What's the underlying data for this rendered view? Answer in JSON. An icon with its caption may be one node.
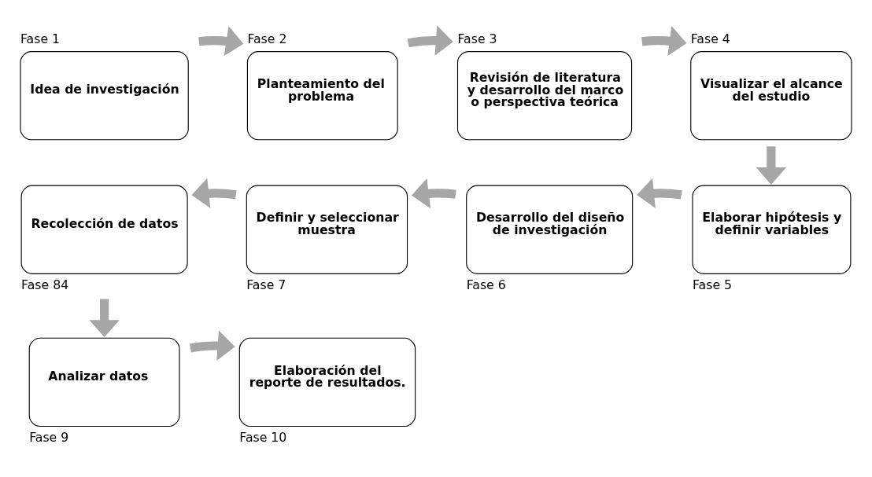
{
  "diagram": {
    "nodes": [
      {
        "text": [
          "Idea de investigación"
        ],
        "beside": [
          "Fase 1"
        ]
      },
      {
        "text": [
          "Planteamiento del problema"
        ],
        "beside": [
          "Fase 2"
        ]
      },
      {
        "text": [
          "Revisión de literatura y desarrollo del marco o perspectiva teórica"
        ],
        "beside": [
          "Fase 3"
        ]
      },
      {
        "text": [
          "Visualizar el alcance del estudio"
        ],
        "beside": [
          "Fase 4"
        ]
      },
      {
        "text": [
          "Elaborar hipótesis y definir variables"
        ],
        "beside": [
          "Fase 5"
        ]
      },
      {
        "text": [
          "Desarrollo del diseño de investigación"
        ],
        "beside": [
          "Fase 6"
        ]
      },
      {
        "text": [
          "Definir y seleccionar muestra"
        ],
        "beside": [
          "Fase 7"
        ]
      },
      {
        "text": [
          "Recolección de datos"
        ],
        "beside": [
          "Fase 84"
        ]
      },
      {
        "text": [
          "Analizar datos"
        ],
        "beside": [
          "Fase 9"
        ]
      },
      {
        "text": [
          "Elaboración del reporte de resultados."
        ],
        "beside": [
          "Fase 10"
        ]
      }
    ],
    "edges": [
      {
        "from": 0,
        "to": 1,
        "arrow": "to"
      },
      {
        "from": 1,
        "to": 2,
        "arrow": "to"
      },
      {
        "from": 2,
        "to": 3,
        "arrow": "to"
      },
      {
        "from": 3,
        "to": 4,
        "arrow": "to"
      },
      {
        "from": 4,
        "to": 5,
        "arrow": "to"
      },
      {
        "from": 5,
        "to": 6,
        "arrow": "to"
      },
      {
        "from": 6,
        "to": 7,
        "arrow": "to"
      },
      {
        "from": 7,
        "to": 8,
        "arrow": "to"
      },
      {
        "from": 8,
        "to": 9,
        "arrow": "to"
      }
    ]
  }
}
